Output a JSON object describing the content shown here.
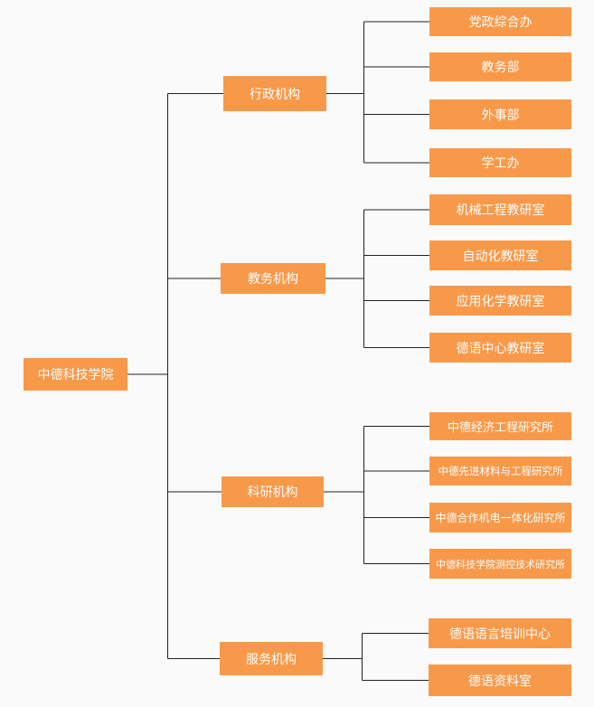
{
  "colors": {
    "box_fill": "#F8994A",
    "box_text": "#FFFFFF",
    "line": "#222222",
    "background": "#FAFAFA"
  },
  "root": {
    "label": "中德科技学院"
  },
  "branches": [
    {
      "label": "行政机构",
      "children": [
        "党政综合办",
        "教务部",
        "外事部",
        "学工办"
      ]
    },
    {
      "label": "教务机构",
      "children": [
        "机械工程教研室",
        "自动化教研室",
        "应用化学教研室",
        "德语中心教研室"
      ]
    },
    {
      "label": "科研机构",
      "children": [
        "中德经济工程研究所",
        "中德先进材料与工程研究所",
        "中德合作机电一体化研究所",
        "中德科技学院测控技术研究所"
      ]
    },
    {
      "label": "服务机构",
      "children": [
        "德语语言培训中心",
        "德语资料室"
      ]
    }
  ]
}
